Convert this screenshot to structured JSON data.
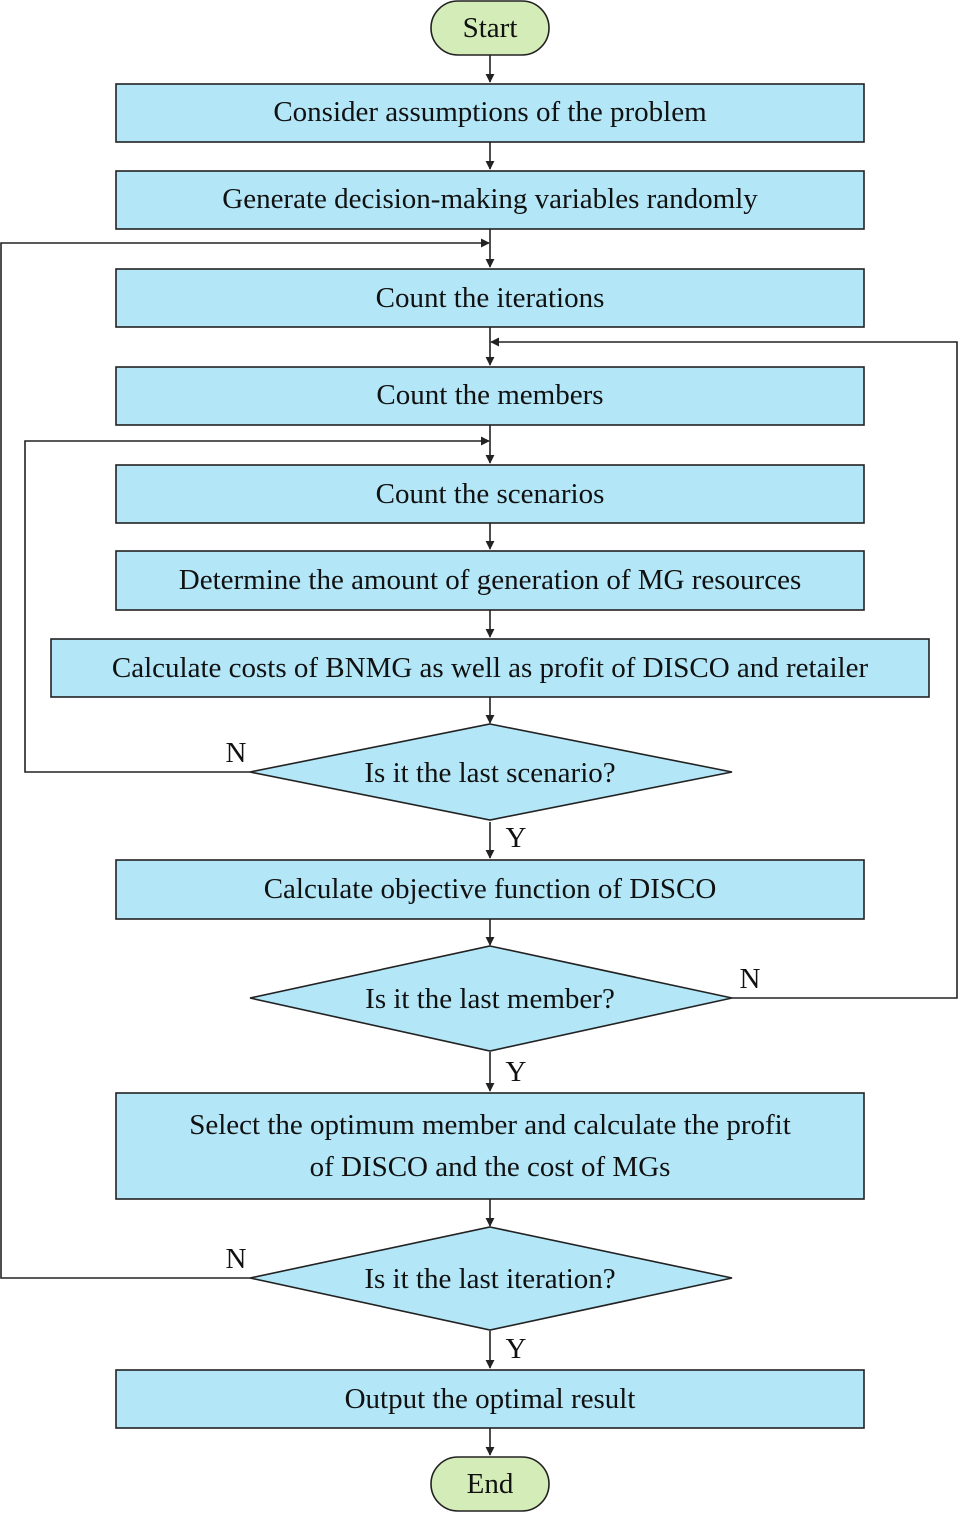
{
  "colors": {
    "process_fill": "#b3e6f7",
    "terminal_fill": "#d4edb8",
    "line": "#222222"
  },
  "nodes": {
    "start": "Start",
    "assumptions": "Consider assumptions of the problem",
    "generate": "Generate decision-making variables randomly",
    "count_iterations": "Count the iterations",
    "count_members": "Count the members",
    "count_scenarios": "Count the scenarios",
    "determine_generation": "Determine the amount of generation of MG resources",
    "calculate_costs": "Calculate costs of BNMG as well as profit of DISCO and retailer",
    "last_scenario": "Is it the last scenario?",
    "objective": "Calculate objective function of DISCO",
    "last_member": "Is it the last member?",
    "select_optimum_line1": "Select the optimum member and calculate the profit",
    "select_optimum_line2": "of DISCO and the cost of MGs",
    "last_iteration": "Is it the last iteration?",
    "output": "Output the optimal result",
    "end": "End"
  },
  "labels": {
    "scenario_no": "N",
    "scenario_yes": "Y",
    "member_no": "N",
    "member_yes": "Y",
    "iteration_no": "N",
    "iteration_yes": "Y"
  }
}
